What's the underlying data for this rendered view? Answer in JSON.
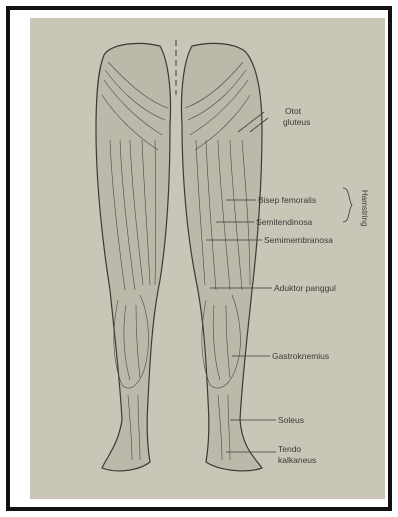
{
  "figure": {
    "labels": {
      "otot_gluteus_1": "Otot",
      "otot_gluteus_2": "gluteus",
      "bisep_femoralis": "Bisep femoralis",
      "semitendinosa": "Semitendinosa",
      "semimembranosa": "Semimembranosa",
      "aduktor_panggul": "Aduktor panggul",
      "gastroknemius": "Gastroknemius",
      "soleus": "Soleus",
      "tendo_kalkaneus_1": "Tendo",
      "tendo_kalkaneus_2": "kalkaneus",
      "hamstring": "Hamstring"
    }
  },
  "colors": {
    "paper": "#c9c6b8",
    "line": "#3a3a36",
    "frame": "#111111"
  }
}
